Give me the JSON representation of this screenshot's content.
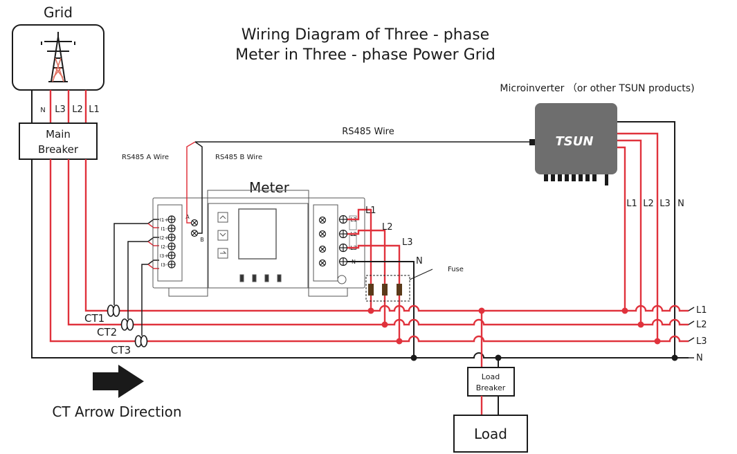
{
  "title_line1": "Wiring Diagram of Three - phase",
  "title_line2": "Meter in Three - phase Power Grid",
  "grid": {
    "label": "Grid",
    "icon": "power-tower-icon",
    "terminals": [
      "N",
      "L3",
      "L2",
      "L1"
    ]
  },
  "main_breaker": {
    "line1": "Main",
    "line2": "Breaker"
  },
  "microinverter": {
    "label": "Microinverter （or other TSUN products)",
    "logo": "TSUN",
    "terminals": [
      "L1",
      "L2",
      "L3",
      "N"
    ]
  },
  "rs485": {
    "wire": "RS485 Wire",
    "a_wire": "RS485 A Wire",
    "b_wire": "RS485 B Wire"
  },
  "meter": {
    "label": "Meter",
    "left_terminals": [
      "I1+",
      "I1-",
      "I2+",
      "I2-",
      "I3+",
      "I3-"
    ],
    "rs_terminals": [
      "A",
      "B"
    ],
    "right_terminals": [
      "L1",
      "L2",
      "L3",
      "N"
    ],
    "wire_labels": [
      "L1",
      "L2",
      "L3",
      "N"
    ]
  },
  "fuse": {
    "label": "Fuse"
  },
  "ct": {
    "labels": [
      "CT1",
      "CT2",
      "CT3"
    ],
    "arrow_caption": "CT Arrow Direction"
  },
  "bus": {
    "labels": [
      "L1",
      "L2",
      "L3",
      "N"
    ]
  },
  "load_breaker": {
    "line1": "Load",
    "line2": "Breaker"
  },
  "load": {
    "label": "Load"
  },
  "colors": {
    "phase": "#e0323c",
    "neutral": "#1a1a1a",
    "device": "#6e6e6e"
  }
}
